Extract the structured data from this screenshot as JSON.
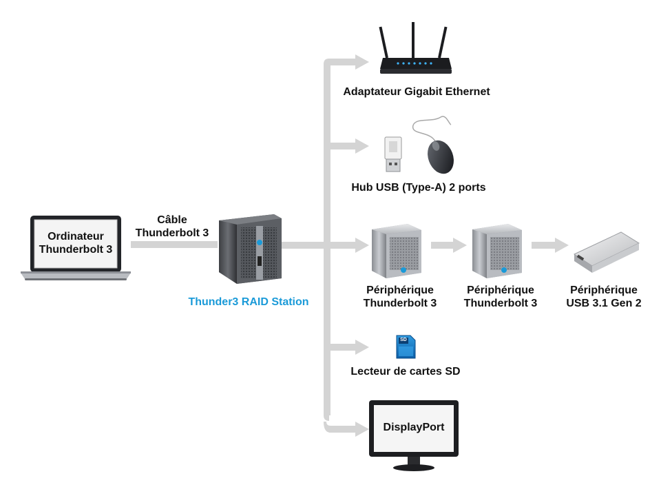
{
  "colors": {
    "connector": "#d4d4d4",
    "accent": "#1a9ad8",
    "text": "#111111"
  },
  "computer": {
    "line1": "Ordinateur",
    "line2": "Thunderbolt 3"
  },
  "cable": {
    "line1": "Câble",
    "line2": "Thunderbolt 3"
  },
  "raid_station": {
    "label": "Thunder3 RAID Station"
  },
  "devices": {
    "ethernet": {
      "label": "Adaptateur Gigabit Ethernet"
    },
    "usb_hub": {
      "label": "Hub USB (Type-A) 2 ports"
    },
    "tb_device_1": {
      "line1": "Périphérique",
      "line2": "Thunderbolt 3"
    },
    "tb_device_2": {
      "line1": "Périphérique",
      "line2": "Thunderbolt 3"
    },
    "usb_device": {
      "line1": "Périphérique",
      "line2": "USB 3.1 Gen 2"
    },
    "sd_reader": {
      "label": "Lecteur de cartes SD",
      "card_text": "SD"
    },
    "display": {
      "label": "DisplayPort"
    }
  }
}
